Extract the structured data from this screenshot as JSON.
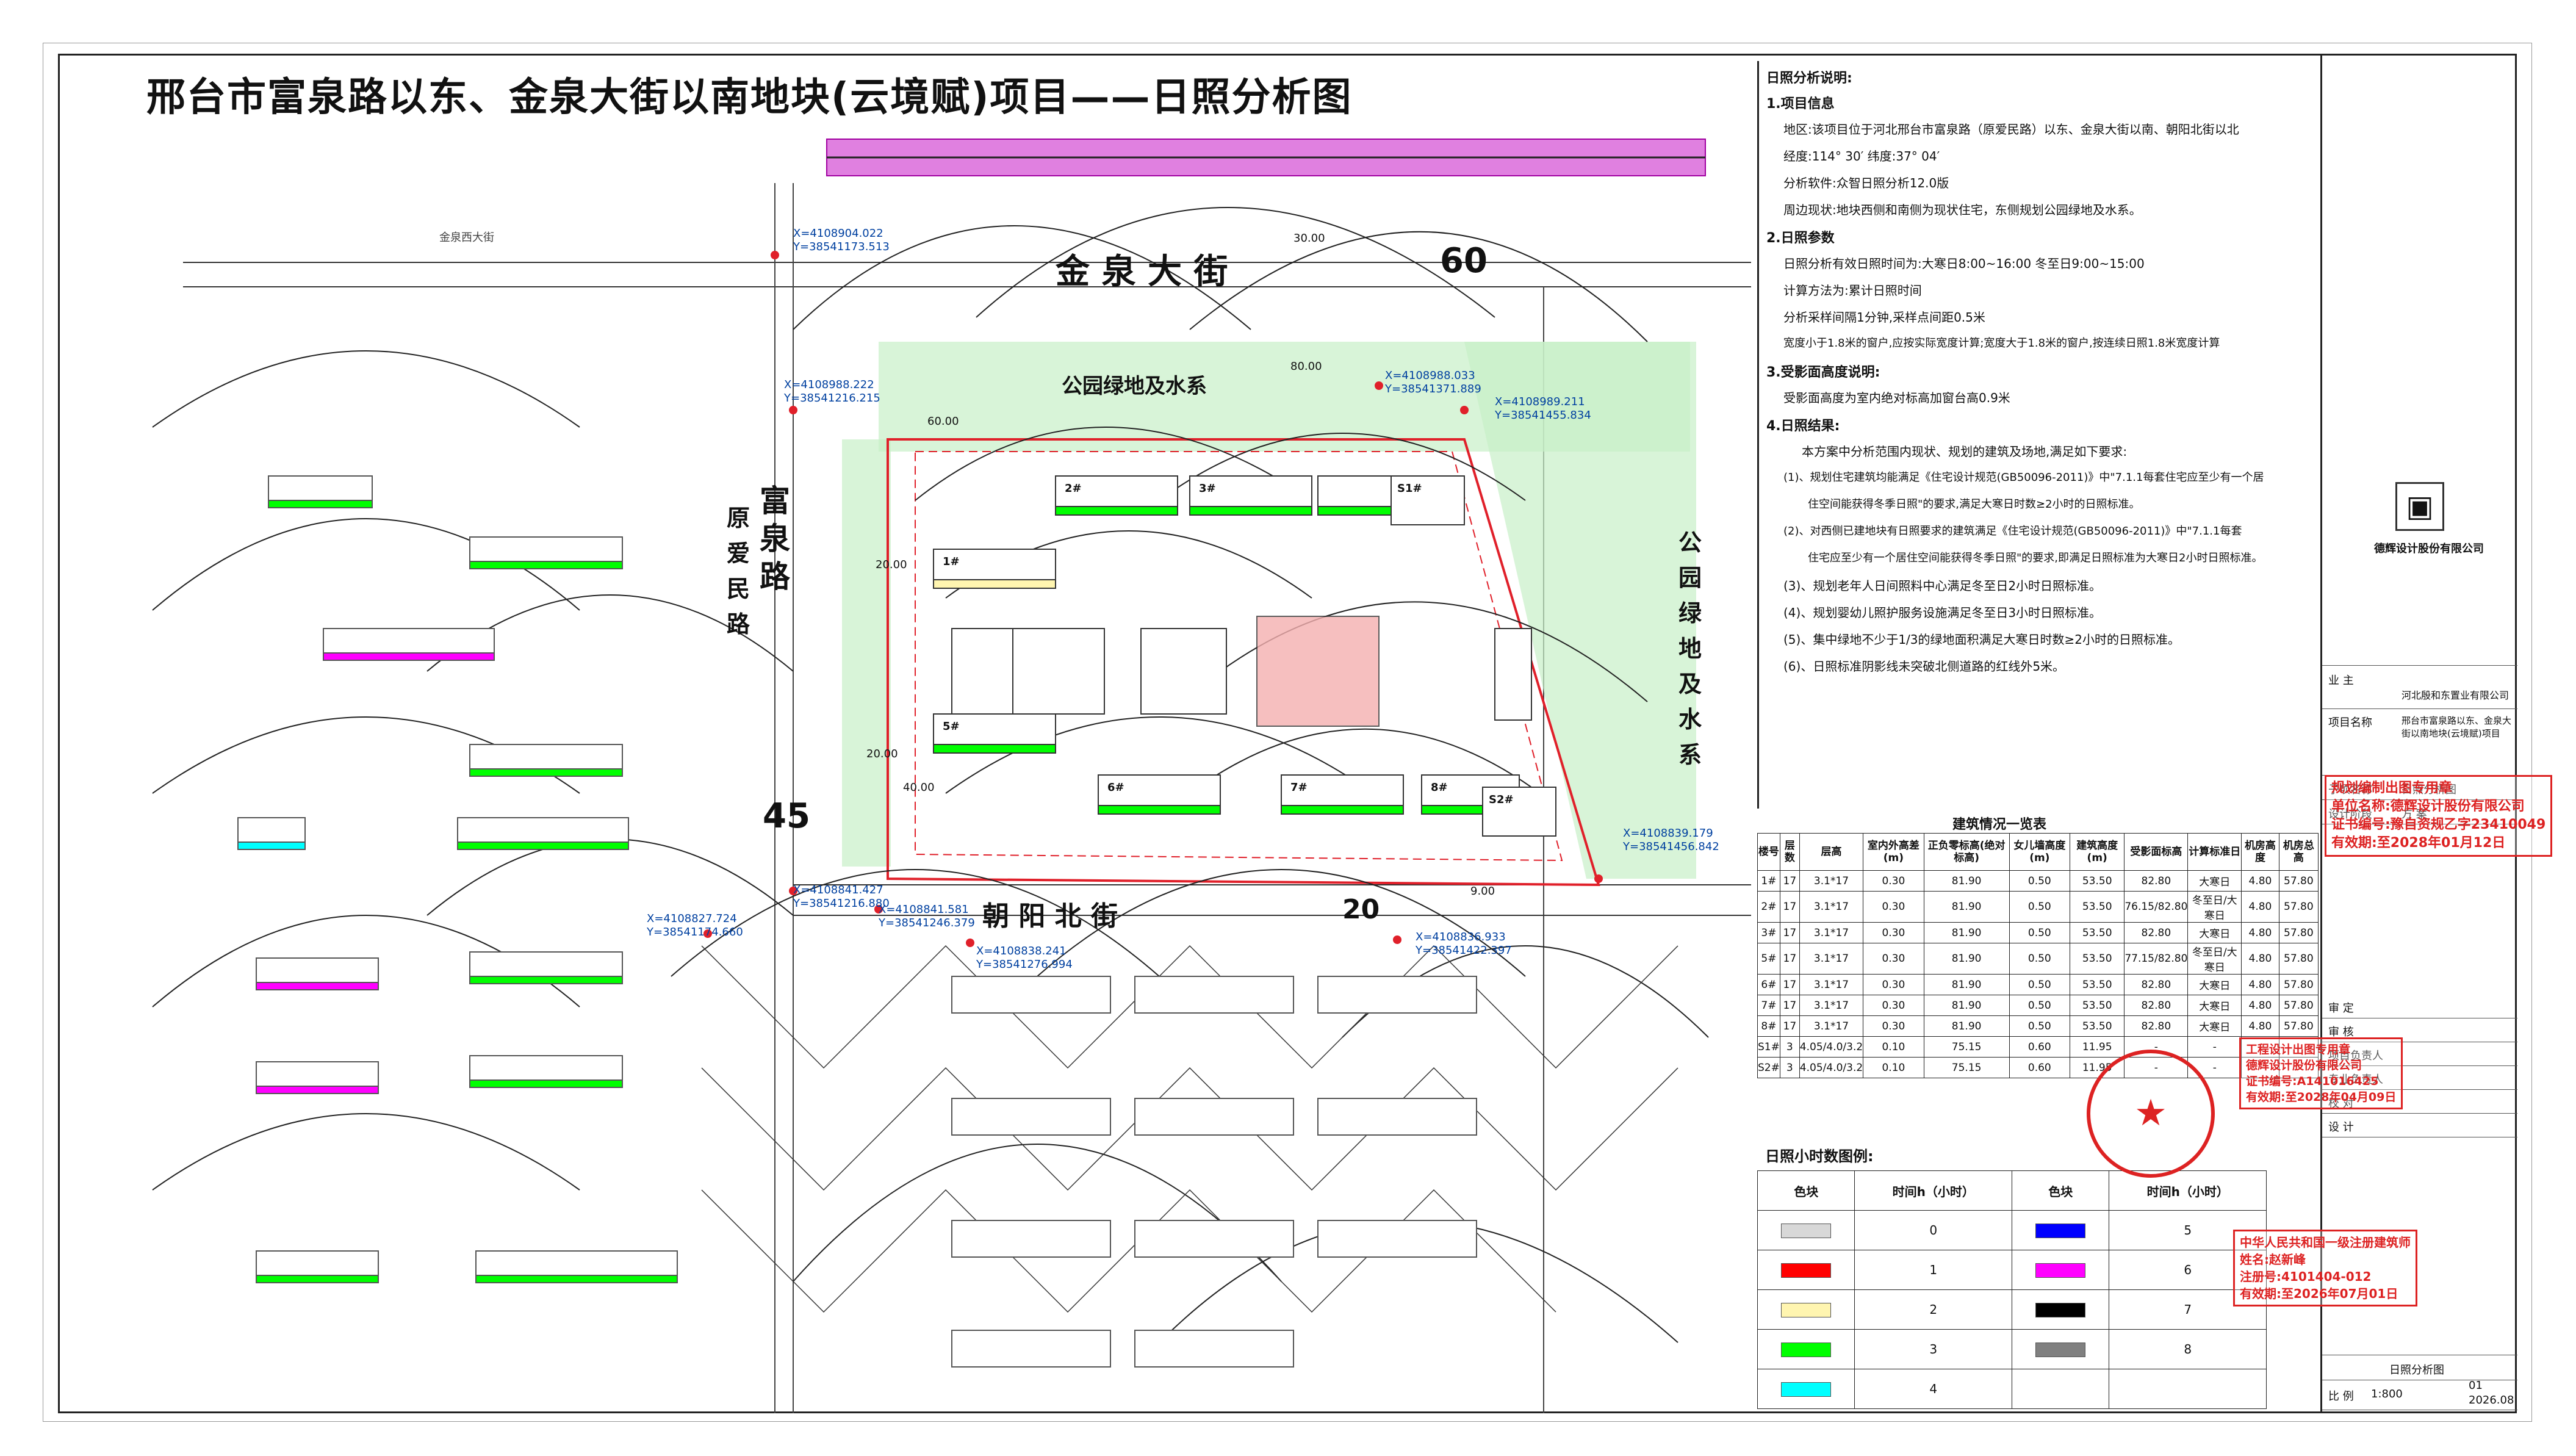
{
  "title": "邢台市富泉路以东、金泉大街以南地块(云境赋)项目——日照分析图",
  "roads": {
    "north_name": "金 泉 大 街",
    "north_width": "60",
    "south_name": "朝 阳 北 街",
    "south_width": "20",
    "west_name_1": "富泉路",
    "west_name_2": "原爱民路",
    "west_width": "45",
    "east_label": "公园绿地及水系",
    "north_park_label": "公园绿地及水系",
    "old_road_label": "金泉西大街"
  },
  "coordinates": [
    "X=4108904.022 Y=38541173.513",
    "X=4108988.222 Y=38541216.215",
    "X=4108988.033 Y=38541371.889",
    "X=4108989.211 Y=38541455.834",
    "X=4108839.179 Y=38541456.842",
    "X=4108841.427 Y=38541216.880",
    "X=4108827.724 Y=38541174.660",
    "X=4108841.581 Y=38541246.379",
    "X=4108838.241 Y=38541276.994",
    "X=4108836.933 Y=38541422.397"
  ],
  "dims": [
    "20.00",
    "40.00",
    "60.00",
    "80.00",
    "30.00",
    "9.00",
    "20.00"
  ],
  "buildings": [
    "1#",
    "2#",
    "3#",
    "5#",
    "6#",
    "7#",
    "8#",
    "S1#",
    "S2#"
  ],
  "notes": {
    "heading": "日照分析说明:",
    "s1": "1.项目信息",
    "s1_l1": "地区:该项目位于河北邢台市富泉路（原爱民路）以东、金泉大街以南、朝阳北街以北",
    "s1_l2": "经度:114° 30′    纬度:37° 04′",
    "s1_l3": "分析软件:众智日照分析12.0版",
    "s1_l4": "周边现状:地块西侧和南侧为现状住宅，东侧规划公园绿地及水系。",
    "s2": "2.日照参数",
    "s2_l1": "日照分析有效日照时间为:大寒日8:00~16:00  冬至日9:00~15:00",
    "s2_l2": "计算方法为:累计日照时间",
    "s2_l3": "分析采样间隔1分钟,采样点间距0.5米",
    "s2_l4": "宽度小于1.8米的窗户,应按实际宽度计算;宽度大于1.8米的窗户,按连续日照1.8米宽度计算",
    "s3": "3.受影面高度说明:",
    "s3_l1": "受影面高度为室内绝对标高加窗台高0.9米",
    "s4": "4.日照结果:",
    "s4_l1": "本方案中分析范围内现状、规划的建筑及场地,满足如下要求:",
    "s4_l2": "(1)、规划住宅建筑均能满足《住宅设计规范(GB50096-2011)》中\"7.1.1每套住宅应至少有一个居",
    "s4_l3": "住空间能获得冬季日照\"的要求,满足大寒日时数≥2小时的日照标准。",
    "s4_l4": "(2)、对西侧已建地块有日照要求的建筑满足《住宅设计规范(GB50096-2011)》中\"7.1.1每套",
    "s4_l5": "住宅应至少有一个居住空间能获得冬季日照\"的要求,即满足日照标准为大寒日2小时日照标准。",
    "s4_l6": "(3)、规划老年人日间照料中心满足冬至日2小时日照标准。",
    "s4_l7": "(4)、规划婴幼儿照护服务设施满足冬至日3小时日照标准。",
    "s4_l8": "(5)、集中绿地不少于1/3的绿地面积满足大寒日时数≥2小时的日照标准。",
    "s4_l9": "(6)、日照标准阴影线未突破北侧道路的红线外5米。"
  },
  "building_table": {
    "title": "建筑情况一览表",
    "headers": [
      "楼号",
      "层数",
      "层高",
      "室内外高差(m)",
      "正负零标高(绝对标高)",
      "女儿墙高度(m)",
      "建筑高度(m)",
      "受影面标高",
      "计算标准日",
      "机房高度",
      "机房总高"
    ],
    "rows": [
      [
        "1#",
        "17",
        "3.1*17",
        "0.30",
        "81.90",
        "0.50",
        "53.50",
        "82.80",
        "大寒日",
        "4.80",
        "57.80"
      ],
      [
        "2#",
        "17",
        "3.1*17",
        "0.30",
        "81.90",
        "0.50",
        "53.50",
        "76.15/82.80",
        "冬至日/大寒日",
        "4.80",
        "57.80"
      ],
      [
        "3#",
        "17",
        "3.1*17",
        "0.30",
        "81.90",
        "0.50",
        "53.50",
        "82.80",
        "大寒日",
        "4.80",
        "57.80"
      ],
      [
        "5#",
        "17",
        "3.1*17",
        "0.30",
        "81.90",
        "0.50",
        "53.50",
        "77.15/82.80",
        "冬至日/大寒日",
        "4.80",
        "57.80"
      ],
      [
        "6#",
        "17",
        "3.1*17",
        "0.30",
        "81.90",
        "0.50",
        "53.50",
        "82.80",
        "大寒日",
        "4.80",
        "57.80"
      ],
      [
        "7#",
        "17",
        "3.1*17",
        "0.30",
        "81.90",
        "0.50",
        "53.50",
        "82.80",
        "大寒日",
        "4.80",
        "57.80"
      ],
      [
        "8#",
        "17",
        "3.1*17",
        "0.30",
        "81.90",
        "0.50",
        "53.50",
        "82.80",
        "大寒日",
        "4.80",
        "57.80"
      ],
      [
        "S1#",
        "3",
        "4.05/4.0/3.2",
        "0.10",
        "75.15",
        "0.60",
        "11.95",
        "-",
        "-",
        "",
        ""
      ],
      [
        "S2#",
        "3",
        "4.05/4.0/3.2",
        "0.10",
        "75.15",
        "0.60",
        "11.95",
        "-",
        "-",
        "",
        ""
      ]
    ]
  },
  "legend": {
    "title": "日照小时数图例:",
    "col_color": "色块",
    "col_hours": "时间h（小时）",
    "items": [
      {
        "hours": "0",
        "color": "#d8d8d8"
      },
      {
        "hours": "1",
        "color": "#ff0000"
      },
      {
        "hours": "2",
        "color": "#fff5b0"
      },
      {
        "hours": "3",
        "color": "#00ff00"
      },
      {
        "hours": "4",
        "color": "#00ffff"
      },
      {
        "hours": "5",
        "color": "#0000ff"
      },
      {
        "hours": "6",
        "color": "#ff00ff"
      },
      {
        "hours": "7",
        "color": "#000000"
      },
      {
        "hours": "8",
        "color": "#808080"
      }
    ]
  },
  "title_block": {
    "company": "德辉设计股份有限公司",
    "client_label": "业 主",
    "client": "河北殷和东置业有限公司",
    "project_label": "项目名称",
    "project": "邢台市富泉路以东、金泉大街以南地块(云境赋)项目",
    "item_label": "子项名称",
    "item": "日照分析图",
    "stage_label": "设计阶段",
    "stage": "方 案",
    "drawing_title": "日照分析图",
    "scale_label": "比 例",
    "scale": "1:800",
    "date": "2026.08",
    "no": "01",
    "roles": [
      "审 定",
      "审 核",
      "项目负责人",
      "专业负责人",
      "校 对",
      "设 计"
    ]
  },
  "stamps": {
    "s1": [
      "规划编制出图专用章",
      "单位名称:德辉设计股份有限公司",
      "证书编号:豫自资规乙字23410049",
      "有效期:至2028年01月12日"
    ],
    "s2": [
      "工程设计出图专用章",
      "德辉设计股份有限公司",
      "证书编号:A141016425",
      "有效期:至2028年04月09日"
    ],
    "s3": [
      "中华人民共和国一级注册建筑师",
      "姓名:赵新峰",
      "注册号:4101404-012",
      "有效期:至2026年07月01日"
    ]
  },
  "colors": {
    "red_line": "#e0202a",
    "green": "#2ec24a",
    "magenta": "#cc22cc",
    "blue_coord": "#0040a0"
  }
}
